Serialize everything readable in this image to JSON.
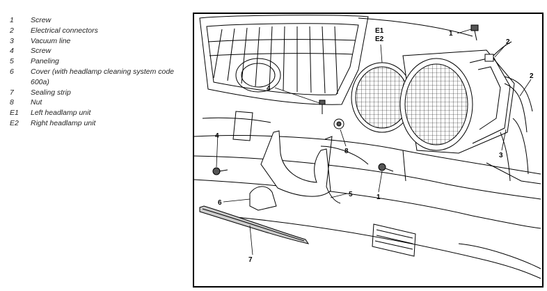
{
  "legend": [
    {
      "key": "1",
      "text": "Screw"
    },
    {
      "key": "2",
      "text": "Electrical connectors"
    },
    {
      "key": "3",
      "text": "Vacuum line"
    },
    {
      "key": "4",
      "text": "Screw"
    },
    {
      "key": "5",
      "text": "Paneling"
    },
    {
      "key": "6",
      "text": "Cover (with headlamp cleaning system code 600a)"
    },
    {
      "key": "7",
      "text": "Sealing strip"
    },
    {
      "key": "8",
      "text": "Nut"
    },
    {
      "key": "E1",
      "text": "Left headlamp unit"
    },
    {
      "key": "E2",
      "text": "Right headlamp unit"
    }
  ],
  "callouts": {
    "c1_top": "1",
    "c2_top": "2",
    "c2_mid": "2",
    "c3": "3",
    "c4_top": "4",
    "c4_left": "4",
    "c8": "8",
    "c1_mid": "1",
    "c5": "5",
    "c6": "6",
    "c7": "7",
    "ce1": "E1",
    "ce2": "E2"
  }
}
